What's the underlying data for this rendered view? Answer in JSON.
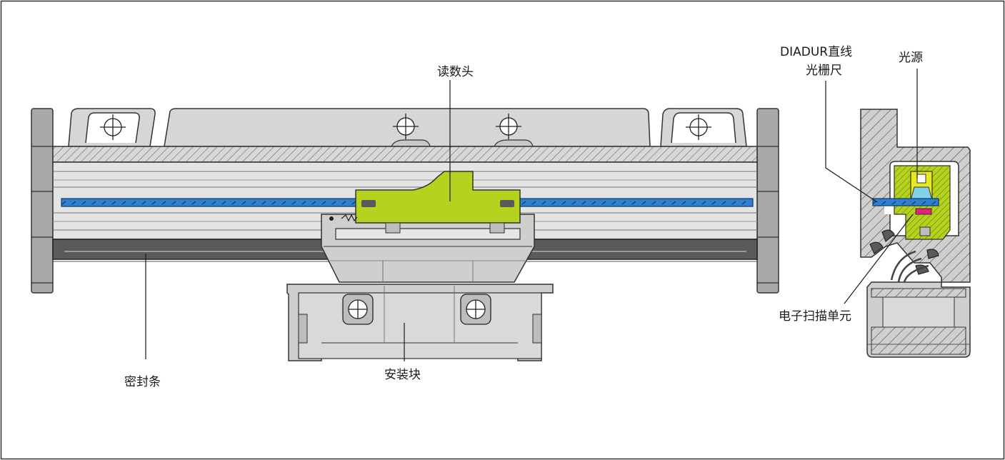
{
  "labels": {
    "reading_head": "读数头",
    "seal_strip": "密封条",
    "mounting_block": "安装块",
    "scale_line1": "DIADUR直线",
    "scale_line2": "光栅尺",
    "light_source": "光源",
    "scanning_unit": "电子扫描单元"
  },
  "colors": {
    "housing": "#d4d4d4",
    "housing_dark": "#a9a9a9",
    "scale": "#2f7fd0",
    "head": "#b5d21e",
    "seal": "#5a5a5a",
    "light": "#e8e820",
    "led": "#e8207a",
    "line": "#1a1a1a"
  }
}
